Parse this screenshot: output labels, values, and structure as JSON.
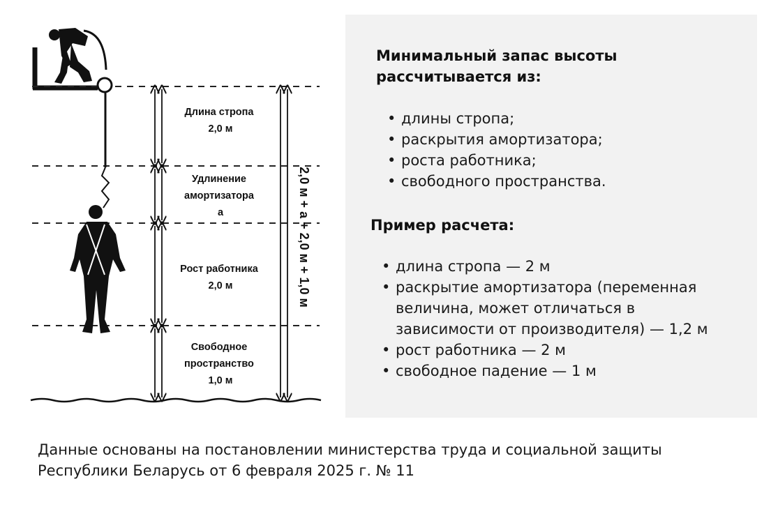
{
  "diagram": {
    "labels": {
      "lanyard": [
        "Длина стропа",
        "2,0 м"
      ],
      "absorber": [
        "Удлинение",
        "амортизатора",
        "а"
      ],
      "height": [
        "Рост работника",
        "2,0 м"
      ],
      "clearance": [
        "Свободное",
        "пространство",
        "1,0 м"
      ]
    },
    "total_formula": "2,0 м + а + 2,0 м + 1,0 м"
  },
  "panel": {
    "title_line1": "Минимальный запас высоты",
    "title_line2": "рассчитывается из:",
    "factors": [
      "длины стропа;",
      "раскрытия амортизатора;",
      "роста работника;",
      "свободного пространства."
    ],
    "example_title": "Пример расчета:",
    "example": {
      "item1": "длина стропа — 2 м",
      "item2_line1": "раскрытие амортизатора (переменная",
      "item2_line2": "величина, может отличаться в",
      "item2_line3": "зависимости от производителя) — 1,2 м",
      "item3": "рост работника — 2 м",
      "item4": "свободное падение — 1 м"
    }
  },
  "footer": {
    "line1": "Данные основаны на постановлении министерства труда и социальной защиты",
    "line2": "Республики Беларусь от 6 февраля 2025 г. № 11"
  }
}
